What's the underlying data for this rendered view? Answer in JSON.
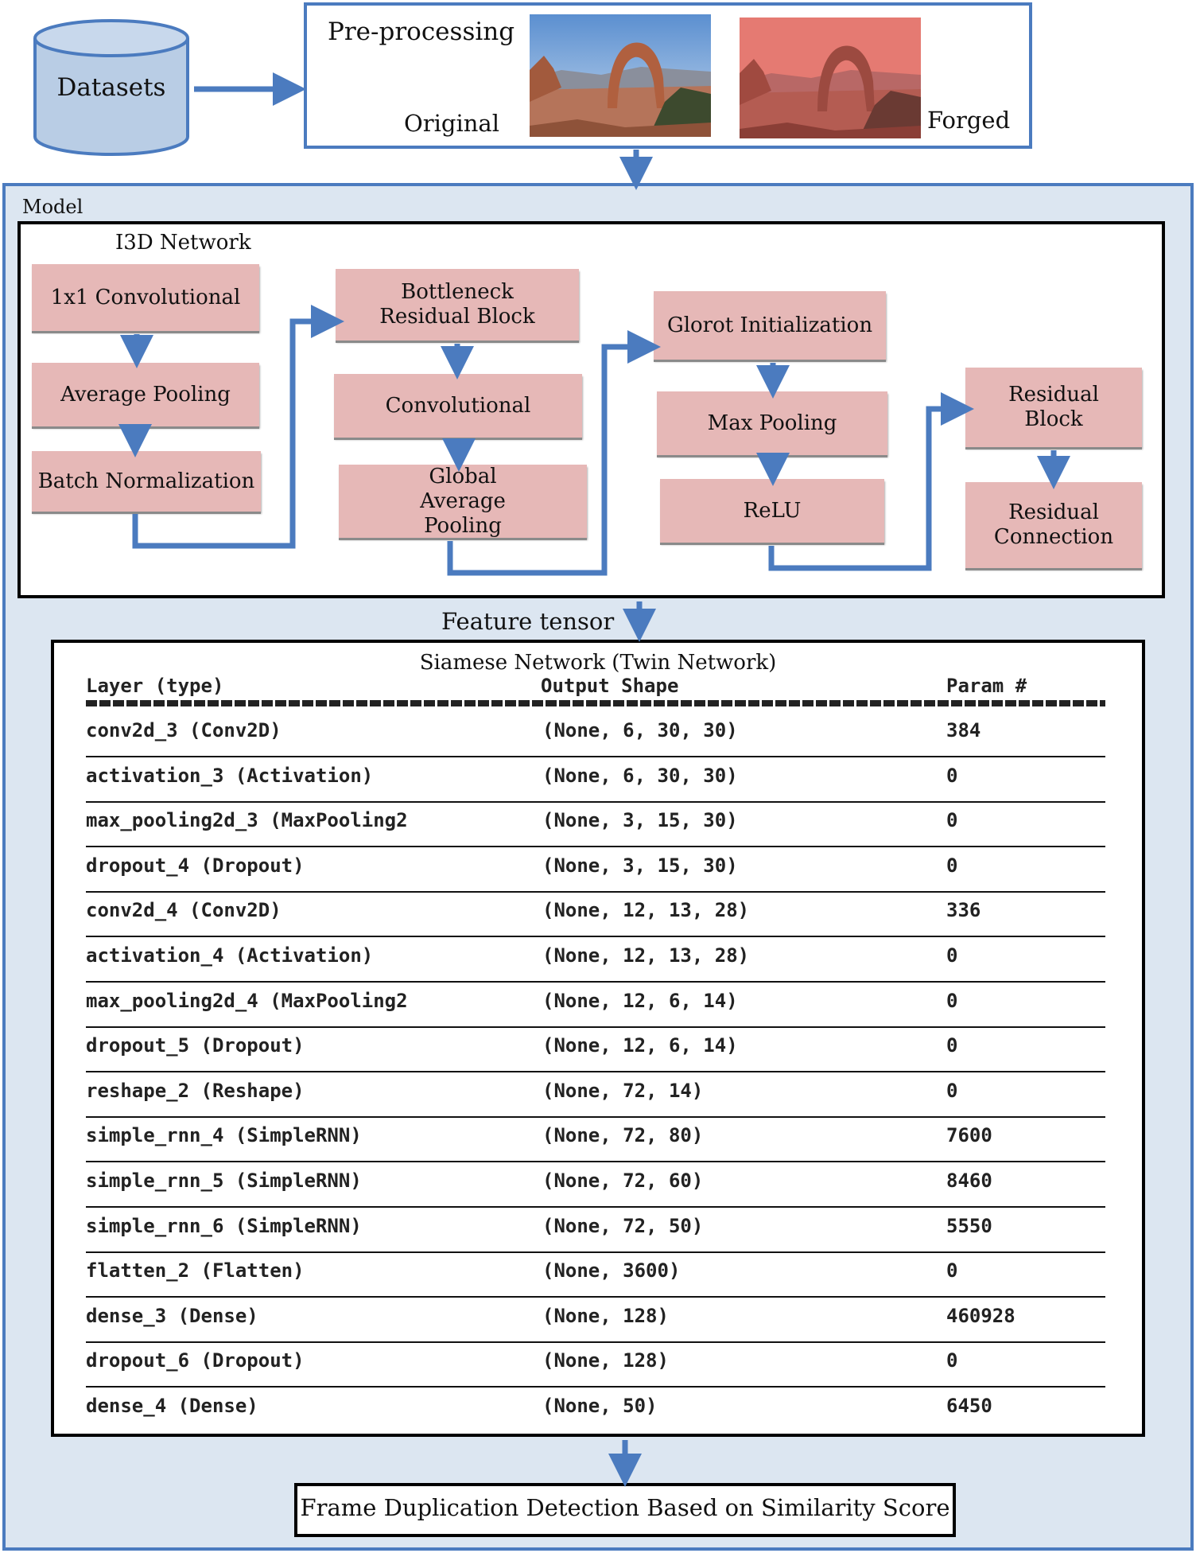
{
  "datasets": {
    "label": "Datasets"
  },
  "preprocessing": {
    "title": "Pre-processing",
    "original_label": "Original",
    "forged_label": "Forged"
  },
  "model": {
    "label": "Model",
    "i3d": {
      "label": "I3D Network",
      "col1": [
        "1x1 Convolutional",
        "Average Pooling",
        "Batch Normalization"
      ],
      "col2": [
        "Bottleneck Residual Block",
        "Convolutional",
        "Global Average Pooling"
      ],
      "col3": [
        "Glorot Initialization",
        "Max Pooling",
        "ReLU"
      ],
      "col4": [
        "Residual Block",
        "Residual Connection"
      ]
    },
    "feature_tensor_label": "Feature tensor",
    "siamese": {
      "title": "Siamese Network (Twin Network)",
      "headers": {
        "layer": "Layer (type)",
        "output": "Output Shape",
        "param": "Param #"
      },
      "rows": [
        {
          "layer": "conv2d_3 (Conv2D)",
          "output": "(None, 6, 30, 30)",
          "param": "384"
        },
        {
          "layer": "activation_3 (Activation)",
          "output": "(None, 6, 30, 30)",
          "param": "0"
        },
        {
          "layer": "max_pooling2d_3 (MaxPooling2",
          "output": "(None, 3, 15, 30)",
          "param": "0"
        },
        {
          "layer": "dropout_4 (Dropout)",
          "output": "(None, 3, 15, 30)",
          "param": "0"
        },
        {
          "layer": "conv2d_4 (Conv2D)",
          "output": "(None, 12, 13, 28)",
          "param": "336"
        },
        {
          "layer": "activation_4 (Activation)",
          "output": "(None, 12, 13, 28)",
          "param": "0"
        },
        {
          "layer": "max_pooling2d_4 (MaxPooling2",
          "output": "(None, 12, 6, 14)",
          "param": "0"
        },
        {
          "layer": "dropout_5 (Dropout)",
          "output": "(None, 12, 6, 14)",
          "param": "0"
        },
        {
          "layer": "reshape_2 (Reshape)",
          "output": "(None, 72, 14)",
          "param": "0"
        },
        {
          "layer": "simple_rnn_4 (SimpleRNN)",
          "output": "(None, 72, 80)",
          "param": "7600"
        },
        {
          "layer": "simple_rnn_5 (SimpleRNN)",
          "output": "(None, 72, 60)",
          "param": "8460"
        },
        {
          "layer": "simple_rnn_6 (SimpleRNN)",
          "output": "(None, 72, 50)",
          "param": "5550"
        },
        {
          "layer": "flatten_2 (Flatten)",
          "output": "(None, 3600)",
          "param": "0"
        },
        {
          "layer": "dense_3 (Dense)",
          "output": "(None, 128)",
          "param": "460928"
        },
        {
          "layer": "dropout_6 (Dropout)",
          "output": "(None, 128)",
          "param": "0"
        },
        {
          "layer": "dense_4 (Dense)",
          "output": "(None, 50)",
          "param": "6450"
        }
      ]
    }
  },
  "final": {
    "label": "Frame Duplication Detection Based on Similarity Score"
  },
  "colors": {
    "arrow": "#4b7bbf",
    "node_fill": "#e6b8b7",
    "model_bg": "#dce6f1"
  }
}
